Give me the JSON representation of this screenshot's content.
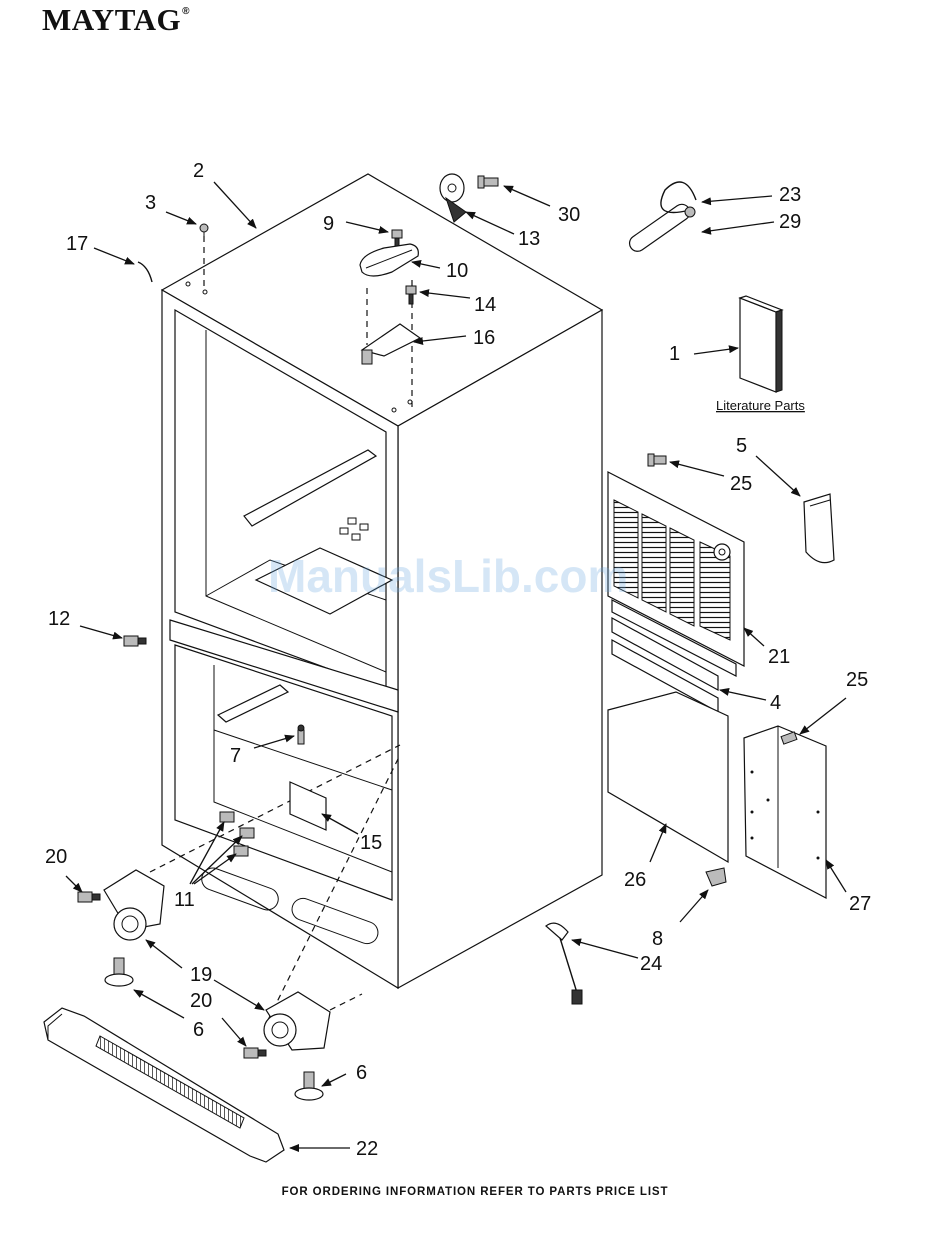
{
  "brand": {
    "name": "MAYTAG",
    "mark": "®"
  },
  "footer": "FOR ORDERING INFORMATION REFER TO PARTS PRICE LIST",
  "literature_label": "Literature Parts",
  "watermark": "ManualsLib.com",
  "callouts": {
    "c1": "1",
    "c2": "2",
    "c3": "3",
    "c4": "4",
    "c5": "5",
    "c6a": "6",
    "c6b": "6",
    "c7": "7",
    "c8": "8",
    "c9": "9",
    "c10": "10",
    "c11": "11",
    "c12": "12",
    "c13": "13",
    "c14": "14",
    "c15": "15",
    "c16": "16",
    "c17": "17",
    "c19": "19",
    "c20a": "20",
    "c20b": "20",
    "c21": "21",
    "c22": "22",
    "c23": "23",
    "c24": "24",
    "c25a": "25",
    "c25b": "25",
    "c26": "26",
    "c27": "27",
    "c29": "29",
    "c30": "30"
  }
}
